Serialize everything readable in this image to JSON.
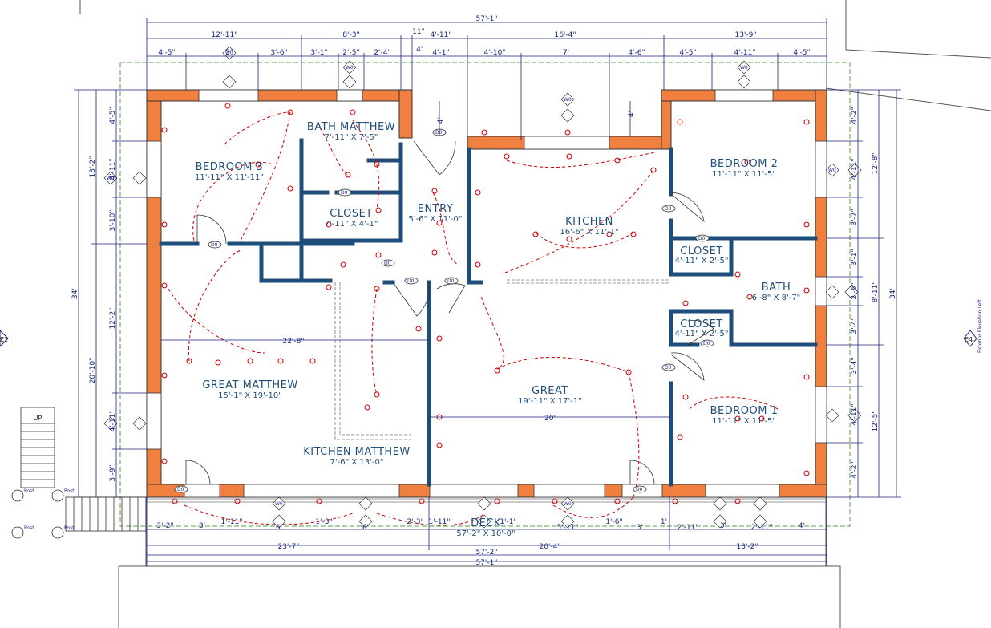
{
  "colors": {
    "wall_exterior": "#f08040",
    "wall_interior": "#1f4d7a",
    "dimension": "#1a237e",
    "circuit": "#cc0000",
    "text": "#1f4d7a"
  },
  "rooms": [
    {
      "id": "bedroom3",
      "name": "BEDROOM 3",
      "size": "11'-11\" X 11'-11\""
    },
    {
      "id": "bath_master",
      "name": "BATH MATTHEW",
      "size": "7'-11\" X 7'-5\""
    },
    {
      "id": "closet1",
      "name": "CLOSET",
      "size": "7'-11\" X 4'-1\""
    },
    {
      "id": "entry",
      "name": "ENTRY",
      "size": "5'-6\" X 11'-0\""
    },
    {
      "id": "kitchen",
      "name": "KITCHEN",
      "size": "16'-6\" X 11'-1\""
    },
    {
      "id": "bedroom2",
      "name": "BEDROOM 2",
      "size": "11'-11\" X 11'-5\""
    },
    {
      "id": "closet2",
      "name": "CLOSET",
      "size": "4'-11\" X 2'-5\""
    },
    {
      "id": "bath",
      "name": "BATH",
      "size": "6'-8\" X 8'-7\""
    },
    {
      "id": "closet3",
      "name": "CLOSET",
      "size": "4'-11\" X 2'-5\""
    },
    {
      "id": "great_master",
      "name": "GREAT MATTHEW",
      "size": "15'-1\" X 19'-10\""
    },
    {
      "id": "great",
      "name": "GREAT",
      "size": "19'-11\" X 17'-1\""
    },
    {
      "id": "bedroom1",
      "name": "BEDROOM 1",
      "size": "11'-11\" X 11'-5\""
    },
    {
      "id": "kitchen_master",
      "name": "KITCHEN MATTHEW",
      "size": "7'-6\" X 13'-0\""
    },
    {
      "id": "deck",
      "name": "DECK",
      "size": "57'-2\" X 10'-0\""
    }
  ],
  "dimensions": {
    "top_overall": "57'-1\"",
    "top_row1": [
      "12'-11\"",
      "8'-3\"",
      "11\"",
      "4'-11\"",
      "16'-4\"",
      "13'-9\""
    ],
    "top_row2": [
      "4'-5\"",
      "5\"",
      "3'-6\"",
      "3'-1\"",
      "2'-5\"",
      "2'-4\"",
      "4\"",
      "4'-1\"",
      "4'-10\"",
      "7'",
      "4'-6\"",
      "4'-5\"",
      "4'-11\"",
      "4'-5\""
    ],
    "left_overall": "34'",
    "left_parts": [
      "13'-2\"",
      "20'-10\""
    ],
    "left_row": [
      "4'-5\"",
      "4'-11\"",
      "3'-10\"",
      "12'-2\"",
      "4'-11\"",
      "3'-9\""
    ],
    "right_overall": "34'",
    "right_mid": "8'-11\"",
    "right_parts": [
      "12'-8\"",
      "12'-5\""
    ],
    "right_row": [
      "4'-2\"",
      "4'-11\"",
      "3'-7\"",
      "3'-1\"",
      "2'-6\"",
      "3'-4\"",
      "3'-4\"",
      "4'-11\"",
      "4'-2\""
    ],
    "bottom_row1": [
      "3'-2\"",
      "3'",
      "1'-11\"",
      "6'",
      "1'-3\"",
      "6'",
      "2'-3\"",
      "1'-11\"",
      "1'-1\"",
      "5'-11\"",
      "1'-6\"",
      "3'",
      "1'",
      "2'-11\"",
      "3'",
      "2'-11\"",
      "4'"
    ],
    "bottom_row2": [
      "23'-7\"",
      "20'-4\"",
      "13'-2\""
    ],
    "bottom_overall1": "57'-2\"",
    "bottom_overall2": "57'-1\"",
    "entry_vertical": "4'",
    "kitchen_vertical": "4'",
    "interior_horiz_1": "22'-8\"",
    "interior_horiz_2": "20'"
  },
  "labels": {
    "stair_up": "UP",
    "post_label": "Post",
    "elev_left": "E2",
    "elev_right": "E4",
    "elev_right_sub": "Exterior Elevation Left"
  },
  "tags": {
    "window": "W0",
    "door": "D0"
  }
}
